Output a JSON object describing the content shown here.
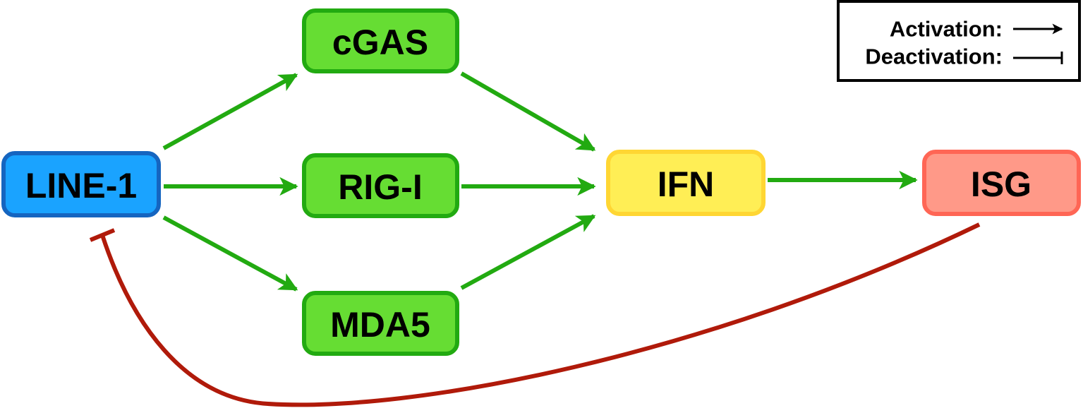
{
  "nodes": {
    "line1": {
      "label": "LINE-1",
      "fill": "#1aa3ff",
      "stroke": "#1565c0"
    },
    "cgas": {
      "label": "cGAS",
      "fill": "#66dd33",
      "stroke": "#22aa11"
    },
    "rigi": {
      "label": "RIG-I",
      "fill": "#66dd33",
      "stroke": "#22aa11"
    },
    "mda5": {
      "label": "MDA5",
      "fill": "#66dd33",
      "stroke": "#22aa11"
    },
    "ifn": {
      "label": "IFN",
      "fill": "#ffee55",
      "stroke": "#ffd633"
    },
    "isg": {
      "label": "ISG",
      "fill": "#ff9988",
      "stroke": "#ff6655"
    }
  },
  "edges": [
    {
      "from": "LINE-1",
      "to": "cGAS",
      "type": "activation"
    },
    {
      "from": "LINE-1",
      "to": "RIG-I",
      "type": "activation"
    },
    {
      "from": "LINE-1",
      "to": "MDA5",
      "type": "activation"
    },
    {
      "from": "cGAS",
      "to": "IFN",
      "type": "activation"
    },
    {
      "from": "RIG-I",
      "to": "IFN",
      "type": "activation"
    },
    {
      "from": "MDA5",
      "to": "IFN",
      "type": "activation"
    },
    {
      "from": "IFN",
      "to": "ISG",
      "type": "activation"
    },
    {
      "from": "ISG",
      "to": "LINE-1",
      "type": "deactivation"
    }
  ],
  "colors": {
    "activation": "#22aa11",
    "deactivation": "#b01a0a",
    "legend_border": "#000000"
  },
  "legend": {
    "activation_label": "Activation:",
    "deactivation_label": "Deactivation:"
  }
}
